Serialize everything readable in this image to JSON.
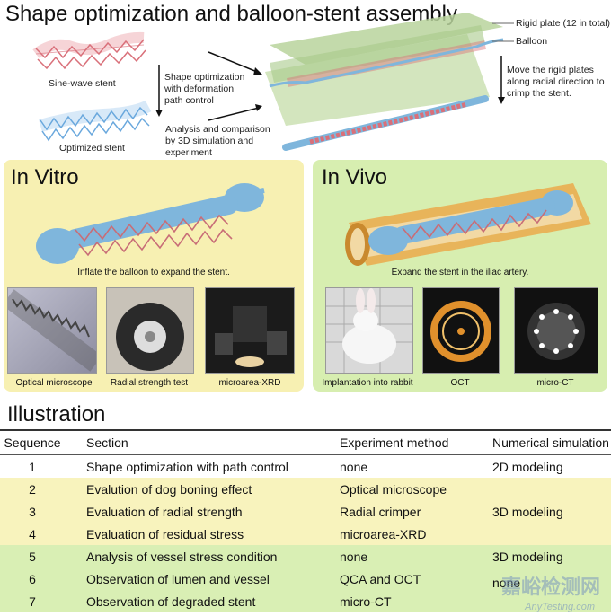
{
  "title": "Shape optimization and balloon-stent assembly",
  "top": {
    "sine_wave_stent": "Sine-wave stent",
    "optimized_stent": "Optimized stent",
    "shape_opt_text": "Shape optimization with deformation path control",
    "analysis_text": "Analysis and comparison by 3D simulation and experiment",
    "rigid_plate": "Rigid plate (12 in total)",
    "balloon": "Balloon",
    "move_text": "Move the rigid plates along radial direction to crimp the stent."
  },
  "in_vitro": {
    "heading": "In Vitro",
    "caption": "Inflate the balloon to expand the stent.",
    "photos": [
      "Optical microscope",
      "Radial strength test",
      "microarea-XRD"
    ]
  },
  "in_vivo": {
    "heading": "In Vivo",
    "caption": "Expand the stent in the iliac artery.",
    "photos": [
      "Implantation into rabbit",
      "OCT",
      "micro-CT"
    ]
  },
  "illustration": {
    "heading": "Illustration",
    "headers": [
      "Sequence",
      "Section",
      "Experiment method",
      "Numerical simulation"
    ],
    "rows": [
      {
        "seq": "1",
        "section": "Shape optimization with path control",
        "method": "none",
        "sim": "2D modeling"
      },
      {
        "seq": "2",
        "section": "Evalution of dog boning effect",
        "method": "Optical microscope",
        "sim": ""
      },
      {
        "seq": "3",
        "section": "Evaluation of radial strength",
        "method": "Radial crimper",
        "sim": "3D modeling"
      },
      {
        "seq": "4",
        "section": "Evaluation of residual stress",
        "method": "microarea-XRD",
        "sim": ""
      },
      {
        "seq": "5",
        "section": "Analysis of vessel stress condition",
        "method": "none",
        "sim": "3D modeling"
      },
      {
        "seq": "6",
        "section": "Observation of lumen and vessel",
        "method": "QCA and OCT",
        "sim": "none"
      },
      {
        "seq": "7",
        "section": "Observation of degraded stent",
        "method": "micro-CT",
        "sim": ""
      }
    ]
  },
  "watermark": {
    "cn": "嘉峪检测网",
    "en": "AnyTesting.com"
  },
  "colors": {
    "vitro_bg": "#f7f0b2",
    "vivo_bg": "#d7eeb0",
    "stent_red": "#d9707a",
    "stent_blue": "#6aa8dd",
    "balloon": "#7fb6dc"
  }
}
